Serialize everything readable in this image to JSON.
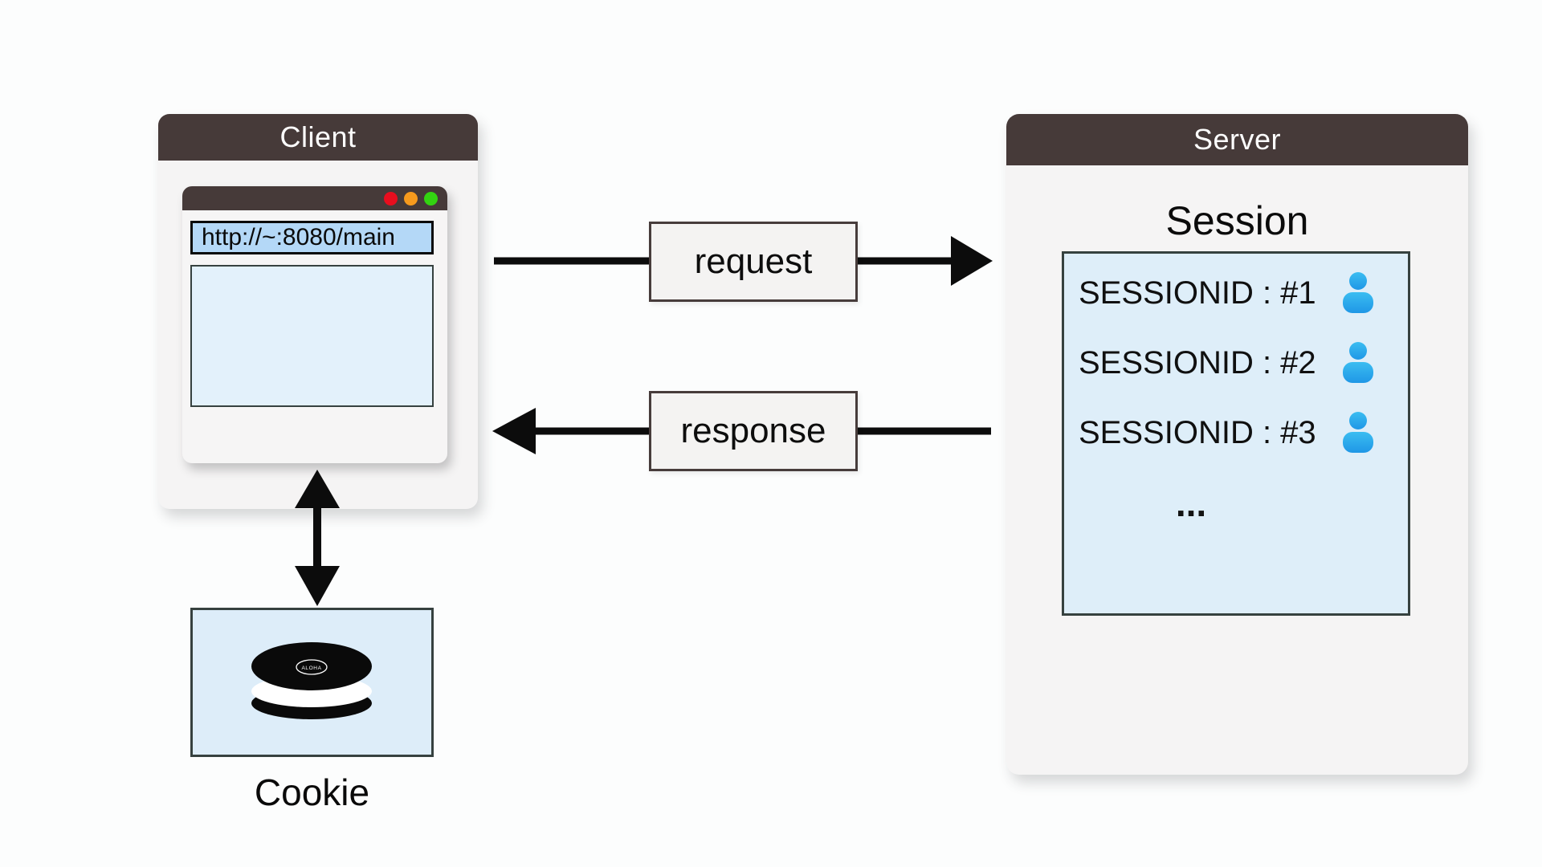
{
  "client": {
    "title": "Client",
    "browser": {
      "url": "http://~:8080/main"
    }
  },
  "arrows": {
    "request_label": "request",
    "response_label": "response"
  },
  "server": {
    "title": "Server",
    "session": {
      "title": "Session",
      "entries": [
        {
          "label": "SESSIONID : #1"
        },
        {
          "label": "SESSIONID : #2"
        },
        {
          "label": "SESSIONID : #3"
        }
      ],
      "more": "..."
    }
  },
  "cookie": {
    "label": "Cookie",
    "brand": "ALOHA"
  },
  "colors": {
    "header_brown": "#463a39",
    "panel_gray": "#f5f4f4",
    "light_blue_fill": "#deeef9",
    "url_bar_blue": "#b4d8f7",
    "user_icon_blue": "#2aabe9",
    "traffic_red": "#e80e1e",
    "traffic_orange": "#f79a1d",
    "traffic_green": "#33d411"
  }
}
